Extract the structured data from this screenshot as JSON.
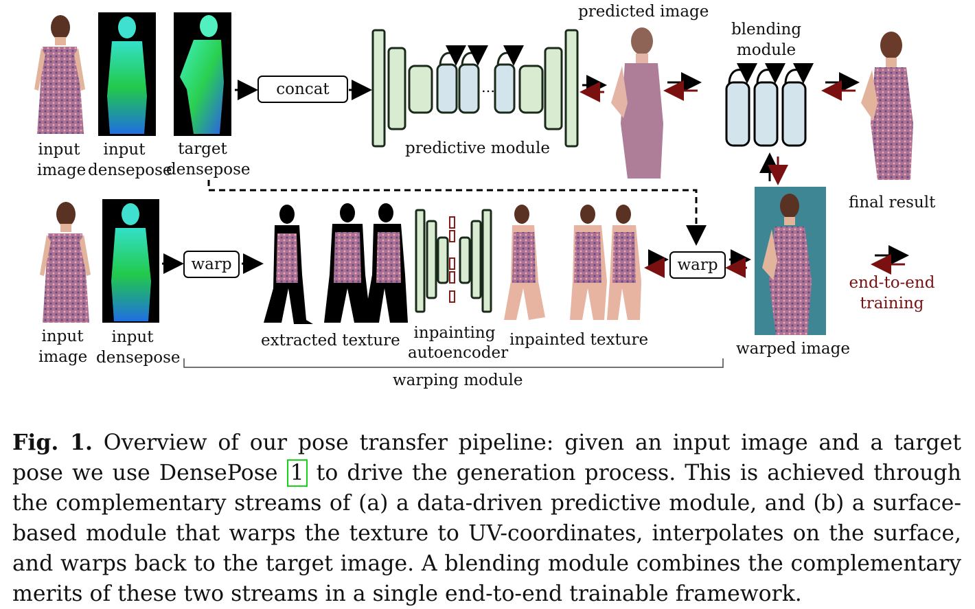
{
  "labels": {
    "input_image_top_1": "input",
    "input_image_top_2": "image",
    "input_densepose_top_1": "input",
    "input_densepose_top_2": "densepose",
    "target_densepose_1": "target",
    "target_densepose_2": "densepose",
    "concat": "concat",
    "predictive_module": "predictive module",
    "predicted_image": "predicted image",
    "blending_module_1": "blending",
    "blending_module_2": "module",
    "final_result": "final result",
    "input_image_bottom_1": "input",
    "input_image_bottom_2": "image",
    "input_densepose_bottom_1": "input",
    "input_densepose_bottom_2": "densepose",
    "warp_left": "warp",
    "warp_right": "warp",
    "extracted_texture": "extracted texture",
    "inpainting_autoencoder_1": "inpainting",
    "inpainting_autoencoder_2": "autoencoder",
    "inpainted_texture": "inpainted texture",
    "warped_image": "warped image",
    "warping_module": "warping module",
    "legend_1": "end-to-end",
    "legend_2": "training"
  },
  "caption": {
    "prefix": "Fig. 1.",
    "text_1": " Overview of our pose transfer pipeline: given an input image and a target pose we use DensePose ",
    "ref": "1",
    "text_2": " to drive the generation process. This is achieved through the complementary streams of (a) a data-driven predictive module, and (b) a surface-based module that warps the texture to UV-coordinates, interpolates on the surface, and warps back to the target image. A blending module combines the complementary merits of these two streams in a single end-to-end trainable framework."
  },
  "colors": {
    "encoder_fill": "#d9ecd2",
    "bottleneck_fill": "#d3e4ec",
    "backward_arrow": "#7a1010",
    "ref_border": "#17d417",
    "warped_background": "#3e8694"
  }
}
